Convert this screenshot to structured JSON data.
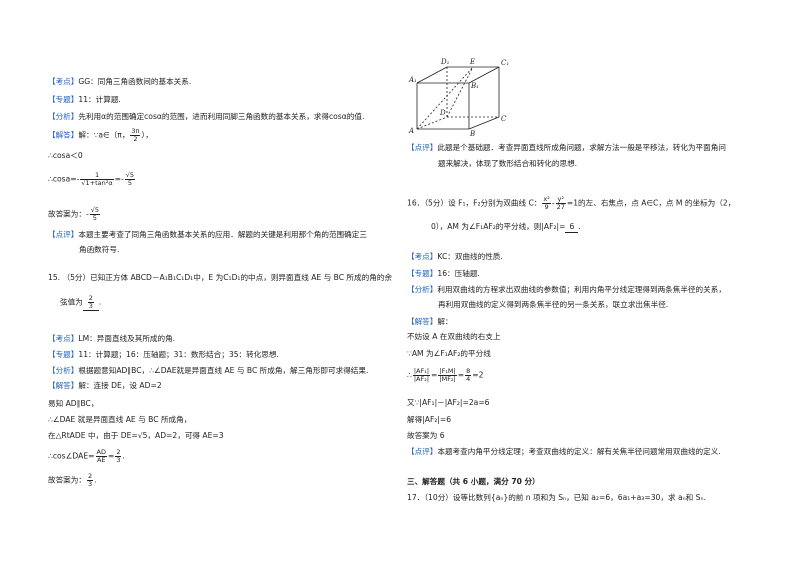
{
  "q14": {
    "kaodian_tag": "【考点】",
    "kaodian": "GG：同角三角函数间的基本关系.",
    "zhuanti_tag": "【专题】",
    "zhuanti": "11：计算题.",
    "fenxi_tag": "【分析】",
    "fenxi": "先利用α的范围确定cosα的范围，进而利用同脚三角函数的基本关系，求得cosα的值.",
    "jieda_tag": "【解答】",
    "jieda_pre": "解：∵a∈（π，",
    "jieda_frac_n": "3π",
    "jieda_frac_d": "2",
    "jieda_post": "），",
    "step1": "∴cosa＜0",
    "step2_pre": "∴cosa=-",
    "step2_frac_n": "1",
    "step2_frac_d": "√1+tan²α",
    "step2_eq": "=-",
    "step2_frac2_n": "√5",
    "step2_frac2_d": "5",
    "answer_pre": "故答案为：-",
    "answer_frac_n": "√5",
    "answer_frac_d": "5",
    "dianping_tag": "【点评】",
    "dianping_1": "本题主要考查了同角三角函数基本关系的应用．解题的关键是利用那个角的范围确定三",
    "dianping_2": "角函数符号."
  },
  "q15": {
    "stem_1": "15.  （5分）已知正方体 ABCD－A₁B₁C₁D₁中，E 为C₁D₁的中点，则异面直线 AE 与 BC 所成的角的余",
    "stem_2_pre": "弦值为",
    "stem_2_frac_n": "2",
    "stem_2_frac_d": "3",
    "stem_2_post": ".",
    "kaodian_tag": "【考点】",
    "kaodian": "LM：异面直线及其所成的角.",
    "zhuanti_tag": "【专题】",
    "zhuanti": "11：计算题；16：压轴题；31：数形结合；35：转化思想.",
    "fenxi_tag": "【分析】",
    "fenxi": "根据题意知AD∥BC，∴∠DAE就是异面直线 AE 与 BC 所成角，解三角形即可求得结果.",
    "jieda_tag": "【解答】",
    "jieda": "解：连接 DE，设 AD=2",
    "s1": "易知 AD∥BC，",
    "s2": "∴∠DAE 就是异面直线 AE 与 BC 所成角，",
    "s3": "在△RtADE 中，由于 DE=√5，AD=2，可得 AE=3",
    "s4_pre": "∴cos∠DAE=",
    "s4_frac_n": "AD",
    "s4_frac_d": "AE",
    "s4_eq": "=",
    "s4_frac2_n": "2",
    "s4_frac2_d": "3",
    "s4_post": ".",
    "answer_pre": "故答案为：",
    "answer_frac_n": "2",
    "answer_frac_d": "3",
    "answer_post": "."
  },
  "figure": {
    "labels": [
      "D₁",
      "E",
      "C₁",
      "A₁",
      "B₁",
      "D",
      "C",
      "A",
      "B"
    ]
  },
  "q15_right": {
    "dianping_tag": "【点评】",
    "dianping_1": "此题是个基础题．考查异面直线所成角问题，求解方法一般是平移法，转化为平面角问",
    "dianping_2": "题来解决，体现了数形结合和转化的思想."
  },
  "q16": {
    "stem_1_pre": "16．（5分）设 F₁，F₂分别为双曲线 C：",
    "eq_a_n": "x²",
    "eq_a_d": "9",
    "eq_minus": "-",
    "eq_b_n": "y²",
    "eq_b_d": "27",
    "stem_1_post": "=1的左、右焦点，点 A∈C，点 M 的坐标为（2，",
    "stem_2_pre": "0），AM 为∠F₁AF₂的平分线，则|AF₂|=",
    "stem_2_blank": "6",
    "stem_2_post": ".",
    "kaodian_tag": "【考点】",
    "kaodian": "KC：双曲线的性质.",
    "zhuanti_tag": "【专题】",
    "zhuanti": "16：压轴题.",
    "fenxi_tag": "【分析】",
    "fenxi_1": "利用双曲线的方程求出双曲线的参数值；利用内角平分线定理得到两条焦半径的关系，",
    "fenxi_2": "再利用双曲线的定义得到两条焦半径的另一条关系，联立求出焦半径.",
    "jieda_tag": "【解答】",
    "jieda": "解：",
    "s1": "不妨设 A 在双曲线的右支上",
    "s2": "∵AM 为∠F₁AF₂的平分线",
    "s3_pre": "∴",
    "s3_f1_n": "|AF₁|",
    "s3_f1_d": "|AF₂|",
    "s3_eq1": "=",
    "s3_f2_n": "|F₁M|",
    "s3_f2_d": "|MF₂|",
    "s3_eq2": "=",
    "s3_f3_n": "8",
    "s3_f3_d": "4",
    "s3_post": "=2",
    "s4": "又∵|AF₁|－|AF₂|=2a=6",
    "s5": "解得|AF₂|=6",
    "s6": "故答案为 6",
    "dianping_tag": "【点评】",
    "dianping": "本题考查内角平分线定理；考查双曲线的定义：解有关焦半径问题常用双曲线的定义."
  },
  "section3": {
    "title": "三、解答题（共 6 小题，满分 70 分）"
  },
  "q17": {
    "stem": "17．（10分）设等比数列{aₙ}的前 n 项和为 Sₙ，已知 a₂=6，6a₁+a₃=30，求 aₙ和 Sₙ."
  }
}
